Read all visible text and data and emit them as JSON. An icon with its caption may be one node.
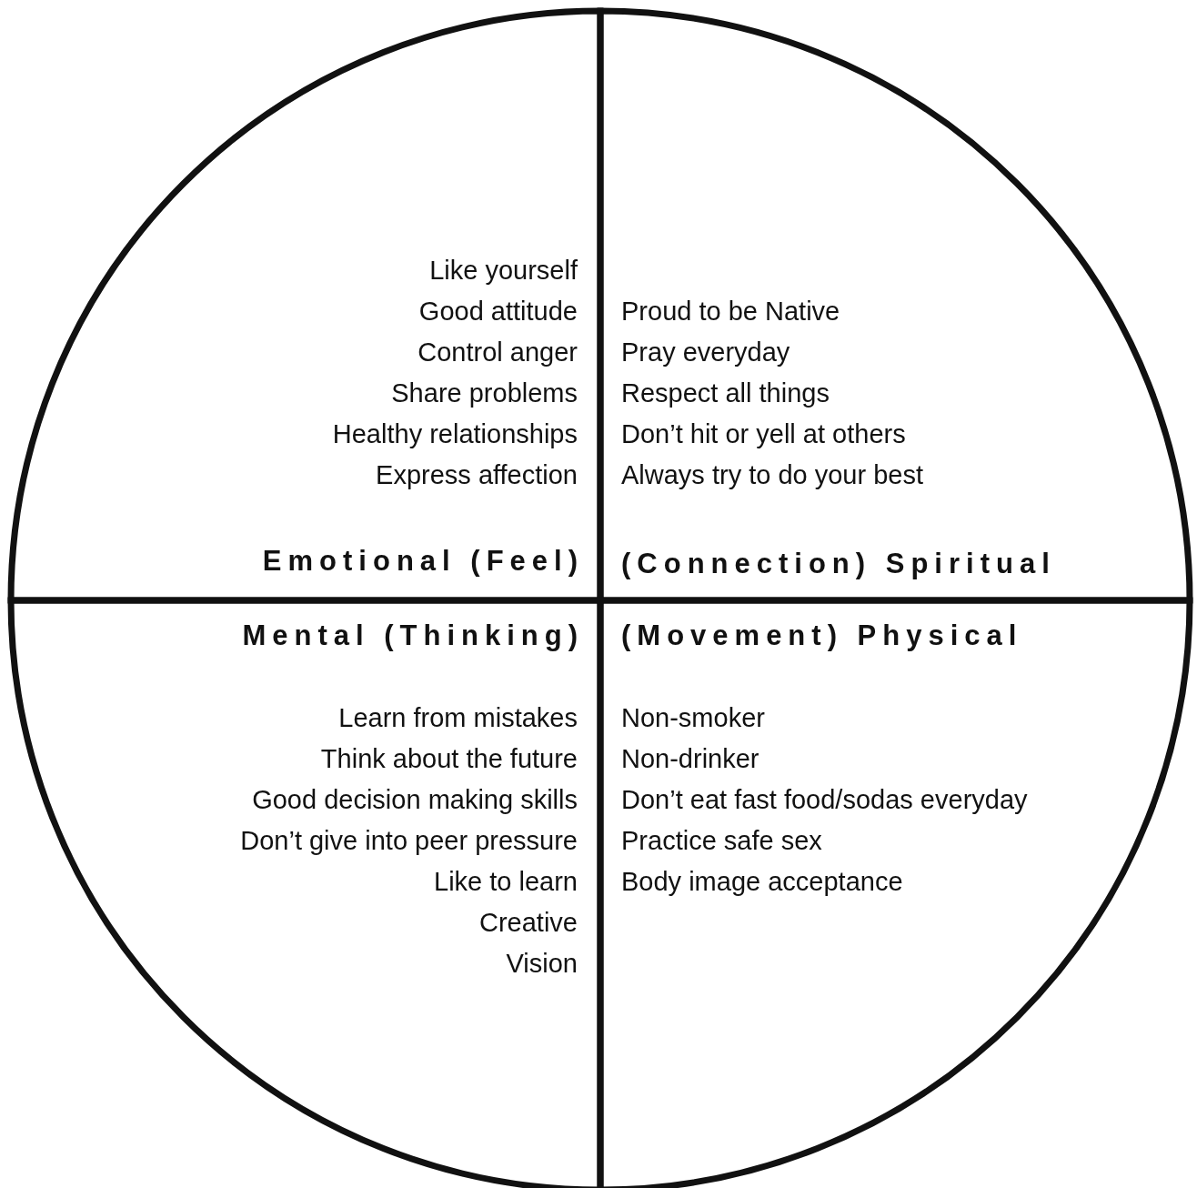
{
  "diagram": {
    "nodes": [
      {
        "text": [
          "Like yourself",
          "Good attitude",
          "Control anger",
          "Share problems",
          "Healthy relationships",
          "Express affection",
          "Emotional (Feel)"
        ]
      },
      {
        "text": [
          "Proud to be Native",
          "Pray everyday",
          "Respect all things",
          "Don’t hit or yell at others",
          "Always try to do your best",
          "(Connection) Spiritual"
        ]
      },
      {
        "text": [
          "Mental (Thinking)",
          "Learn from mistakes",
          "Think about the future",
          "Good decision making skills",
          "Don’t give into peer pressure",
          "Like to learn",
          "Creative",
          "Vision"
        ]
      },
      {
        "text": [
          "(Movement) Physical",
          "Non-smoker",
          "Non-drinker",
          "Don’t eat fast food/sodas everyday",
          "Practice safe sex",
          "Body image acceptance"
        ]
      }
    ]
  }
}
